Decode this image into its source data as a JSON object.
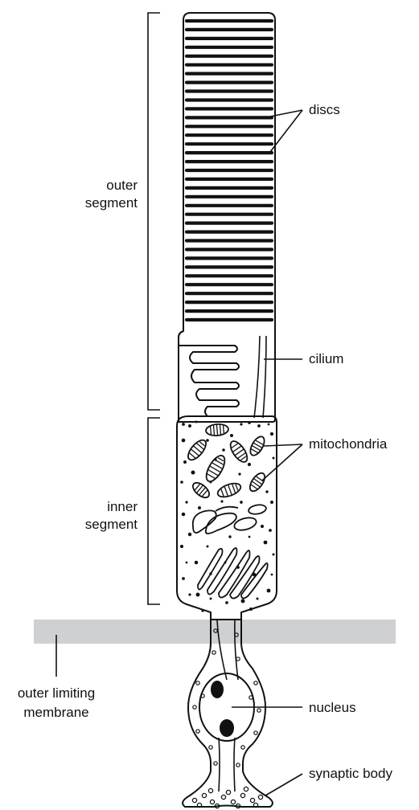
{
  "labels": {
    "outer_segment_line1": "outer",
    "outer_segment_line2": "segment",
    "inner_segment_line1": "inner",
    "inner_segment_line2": "segment",
    "outer_limiting_membrane_line1": "outer limiting",
    "outer_limiting_membrane_line2": "membrane",
    "discs": "discs",
    "cilium": "cilium",
    "mitochondria": "mitochondria",
    "nucleus": "nucleus",
    "synaptic_body": "synaptic body"
  },
  "colors": {
    "membrane_band": "#cfd0d1",
    "ink": "#111111"
  },
  "disc_count": 35
}
